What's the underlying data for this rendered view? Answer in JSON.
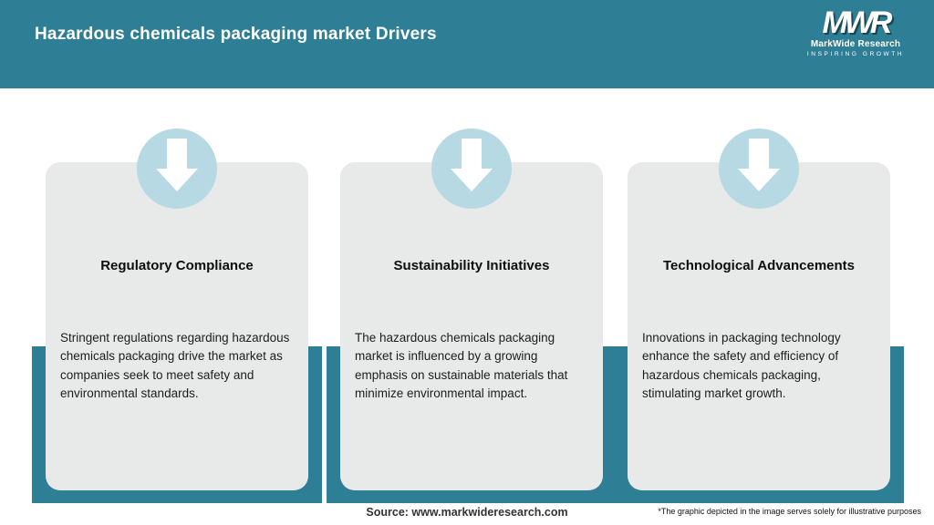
{
  "header": {
    "title": "Hazardous chemicals packaging market Drivers",
    "logo": {
      "acronym": "MWR",
      "name": "MarkWide Research",
      "tagline": "INSPIRING GROWTH"
    }
  },
  "cards": [
    {
      "title": "Regulatory Compliance",
      "body": "Stringent regulations regarding hazardous chemicals packaging drive the market as companies seek to meet safety and environmental standards."
    },
    {
      "title": "Sustainability Initiatives",
      "body": "The hazardous chemicals packaging market is influenced by a growing emphasis on sustainable materials that minimize environmental impact."
    },
    {
      "title": "Technological Advancements",
      "body": "Innovations in packaging technology enhance the safety and efficiency of hazardous chemicals packaging, stimulating market growth."
    }
  ],
  "footer": {
    "source": "Source: www.markwideresearch.com",
    "disclaimer": "*The graphic depicted in the image serves solely for illustrative purposes"
  },
  "colors": {
    "teal": "#2e7f96",
    "circle_blue": "#b7d9e4",
    "card_gray": "#e8eaea",
    "arrow_white": "#ffffff"
  }
}
